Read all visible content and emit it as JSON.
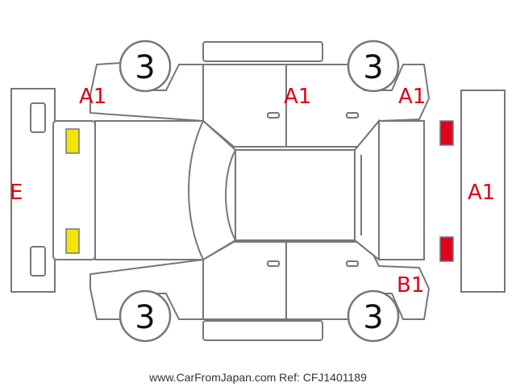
{
  "diagram": {
    "panel_codes": {
      "front_bumper": "E",
      "fender_front_left": "A1",
      "door_top": "A1",
      "quarter_rear_top": "A1",
      "rear_bumper": "A1",
      "quarter_rear_bottom": "B1"
    },
    "wheel_labels": {
      "wheel_top_front": "3",
      "wheel_top_rear": "3",
      "wheel_bottom_front": "3",
      "wheel_bottom_rear": "3"
    },
    "colors": {
      "damage_code": "#e0001a",
      "front_lights": "#f2e600",
      "rear_lights": "#e0001a",
      "outline": "#777777"
    },
    "footer": "www.CarFromJapan.com Ref: CFJ1401189"
  }
}
